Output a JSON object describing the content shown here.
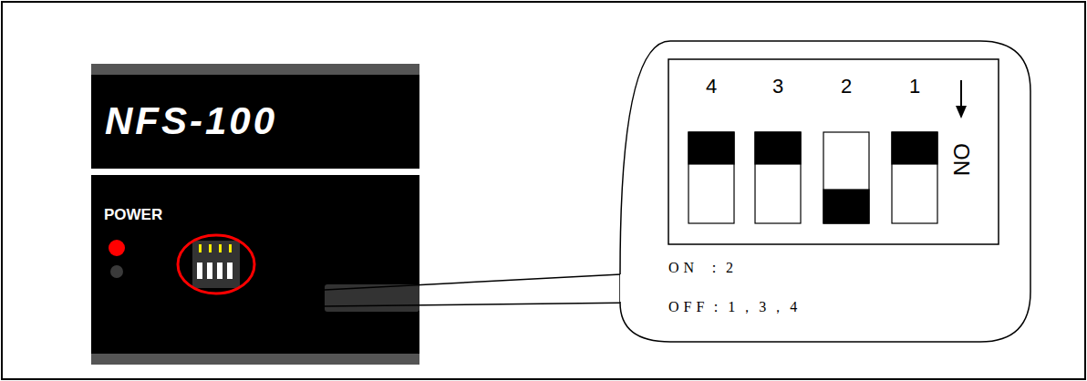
{
  "diagram": {
    "nodes": [
      {
        "text": [
          "NFS-100",
          "POWER"
        ]
      },
      {
        "text": [
          "ON ：2",
          "OFF：1，3，4"
        ]
      },
      {
        "text": [
          "4",
          "3",
          "2",
          "1",
          "ON"
        ],
        "in": 1
      }
    ]
  }
}
